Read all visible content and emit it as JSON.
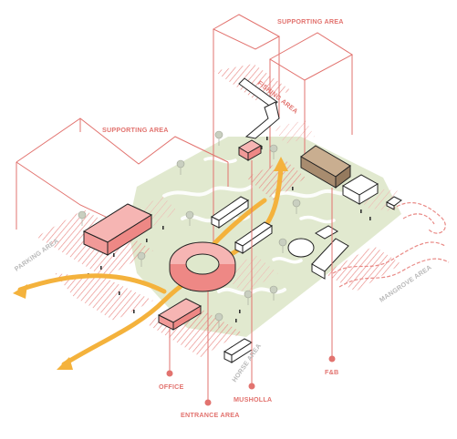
{
  "labels": {
    "supporting_area_top": "SUPPORTING AREA",
    "supporting_area_left": "SUPPORTING AREA",
    "fishing_area": "FISHING AREA",
    "parking_area": "PARKING AREA",
    "mangrove_area": "MANGROVE AREA",
    "horse_area": "HORSE AREA",
    "office": "OFFICE",
    "entrance_area": "ENTRANCE AREA",
    "musholla": "MUSHOLLA",
    "fnb": "F&B"
  },
  "colors": {
    "accent_red": "#e2736f",
    "building_pink": "#f19a98",
    "building_brown": "#b3987a",
    "path_orange": "#f4b23c",
    "landscape_green": "#dfe8cc",
    "grey_text": "#b9b9b9"
  }
}
